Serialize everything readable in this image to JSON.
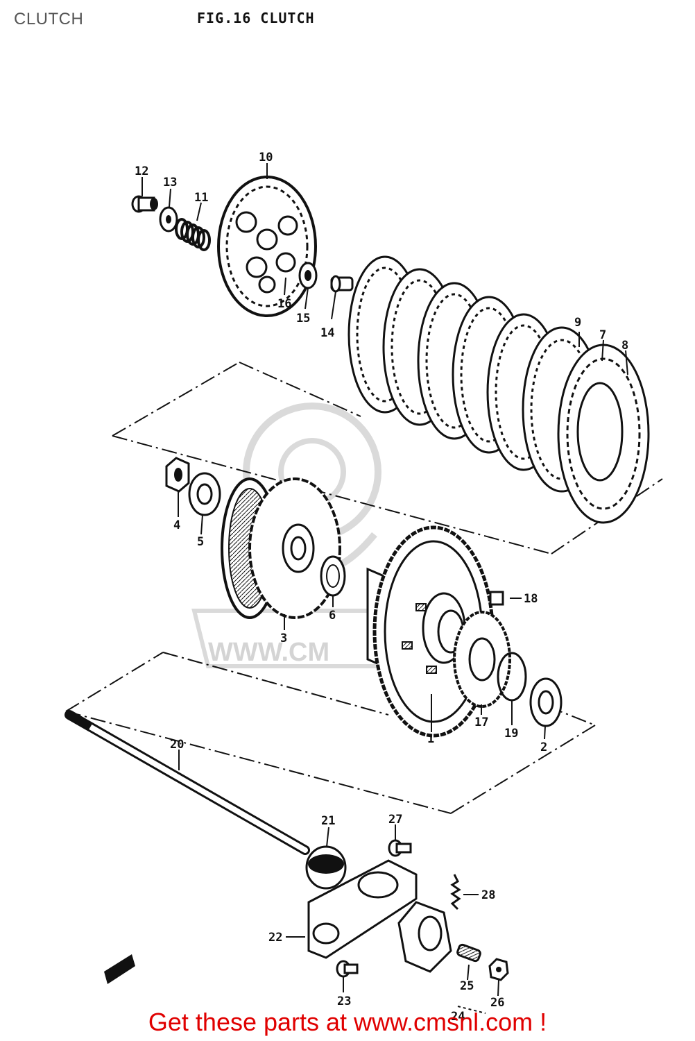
{
  "page": {
    "label": "CLUTCH"
  },
  "figure": {
    "title": "FIG.16  CLUTCH"
  },
  "callouts": {
    "c1": "1",
    "c2": "2",
    "c3": "3",
    "c4": "4",
    "c5": "5",
    "c6": "6",
    "c7": "7",
    "c8": "8",
    "c9": "9",
    "c10": "10",
    "c11": "11",
    "c12": "12",
    "c13": "13",
    "c14": "14",
    "c15": "15",
    "c16": "16",
    "c17": "17",
    "c18": "18",
    "c19": "19",
    "c20": "20",
    "c21": "21",
    "c22": "22",
    "c23": "23",
    "c24": "24",
    "c25": "25",
    "c26": "26",
    "c27": "27",
    "c28": "28"
  },
  "watermark": {
    "text": "WWW.CM"
  },
  "footer": {
    "link_text": "Get these parts at www.cmsnl.com !"
  },
  "colors": {
    "line": "#111111",
    "footer": "#e00000",
    "watermark": "#d6d6d6"
  }
}
